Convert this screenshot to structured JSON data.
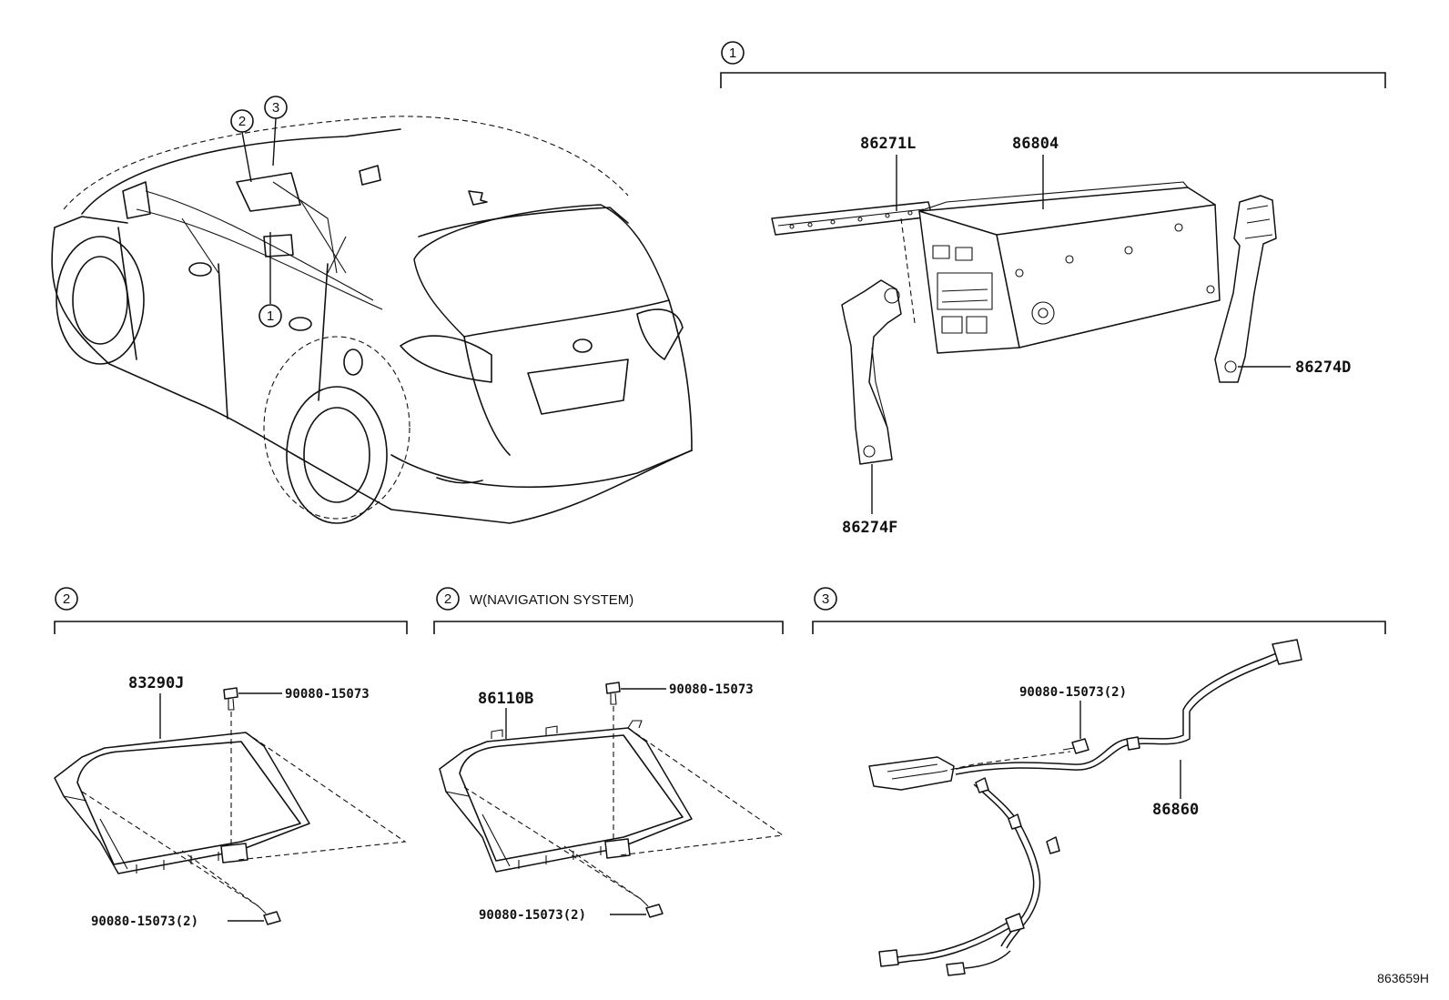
{
  "callouts": [
    "1",
    "2",
    "3"
  ],
  "sections": {
    "amplifier": {
      "marker": "1"
    },
    "display": {
      "marker": "2"
    },
    "display_nav": {
      "marker": "2",
      "title": "W(NAVIGATION SYSTEM)"
    },
    "harness": {
      "marker": "3"
    }
  },
  "parts": {
    "p86271L": "86271L",
    "p86804": "86804",
    "p86274D": "86274D",
    "p86274F": "86274F",
    "p83290J": "83290J",
    "p86110B": "86110B",
    "p86860": "86860"
  },
  "fasteners": {
    "d_top": "90080-15073",
    "d_bottom": "90080-15073(2)",
    "n_top": "90080-15073",
    "n_bottom": "90080-15073(2)",
    "h_top": "90080-15073(2)"
  },
  "reference_code": "863659H"
}
